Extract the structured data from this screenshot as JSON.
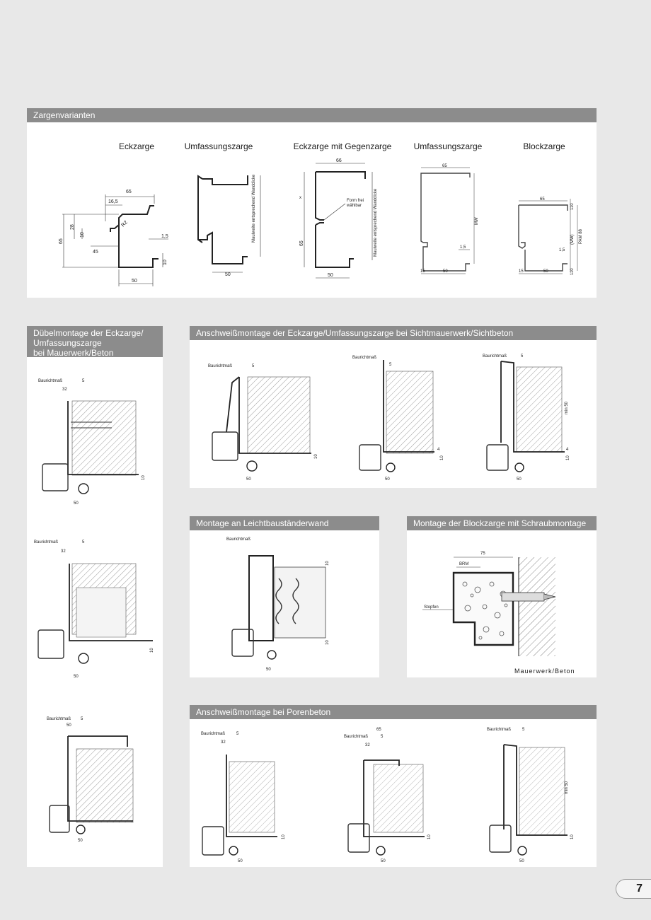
{
  "sections": {
    "zargenvarianten": "Zargenvarianten",
    "duebelmontage_line1": "Dübelmontage der Eckzarge/",
    "duebelmontage_line2": "Umfassungszarge",
    "duebelmontage_line3": "bei Mauerwerk/Beton",
    "anschweiss_sicht": "Anschweißmontage der Eckzarge/Umfassungszarge bei Sichtmauerwerk/Sichtbeton",
    "leichtbau": "Montage an Leichtbauständerwand",
    "blockzarge_schraub": "Montage der Blockzarge mit Schraubmontage",
    "porenbeton": "Anschweißmontage bei Porenbeton"
  },
  "profiles": {
    "eckzarge": "Eckzarge",
    "umfassungszarge": "Umfassungszarge",
    "eckzarge_gegen": "Eckzarge mit Gegenzarge",
    "umfassungszarge2": "Umfassungszarge",
    "blockzarge": "Blockzarge"
  },
  "labels": {
    "baurichtmass": "Baurichtmaß",
    "maulweite": "Maulweite entsprechend Wanddicke",
    "form_frei": "Form frei",
    "waehlbar": "wählbar",
    "mw": "MW",
    "mw_paren": "(MW)",
    "pam": "PAM 88",
    "brm": "BRM",
    "stopfen": "Stopfen",
    "min50": "min 50",
    "mauerwerk_beton": "Mauerwerk/Beton",
    "x": "x"
  },
  "dims": {
    "d65": "65",
    "d16_5": "16,5",
    "d28": "28",
    "d10": "10",
    "d45": "45",
    "d1_5": "1,5",
    "d50": "50",
    "dR2": "R2",
    "d66": "66",
    "d15": "15",
    "d110": "110",
    "d32": "32",
    "d5": "5",
    "d4": "4",
    "d75": "75"
  },
  "page_number": "7"
}
